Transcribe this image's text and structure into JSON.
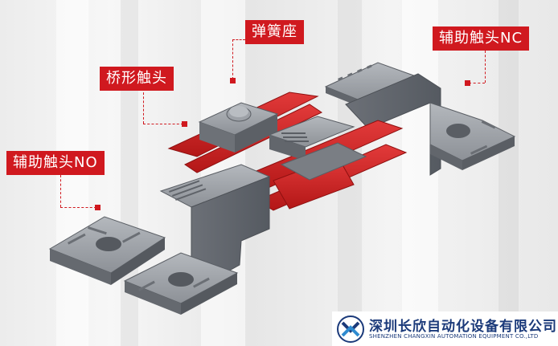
{
  "labels": {
    "spring_seat": "弹簧座",
    "bridge_contact": "桥形触头",
    "aux_contact_nc": "辅助触头NC",
    "aux_contact_no": "辅助触头NO"
  },
  "footer": {
    "company_cn": "深圳长欣自动化设备有限公司",
    "company_en": "SHENZHEN CHANGXIN AUTOMATION EQUIPMENT CO.,LTD"
  },
  "colors": {
    "accent": "#d0191f",
    "metal": "#7c8087",
    "metal_light": "#a4a8ae",
    "brand": "#1b3a7a"
  }
}
